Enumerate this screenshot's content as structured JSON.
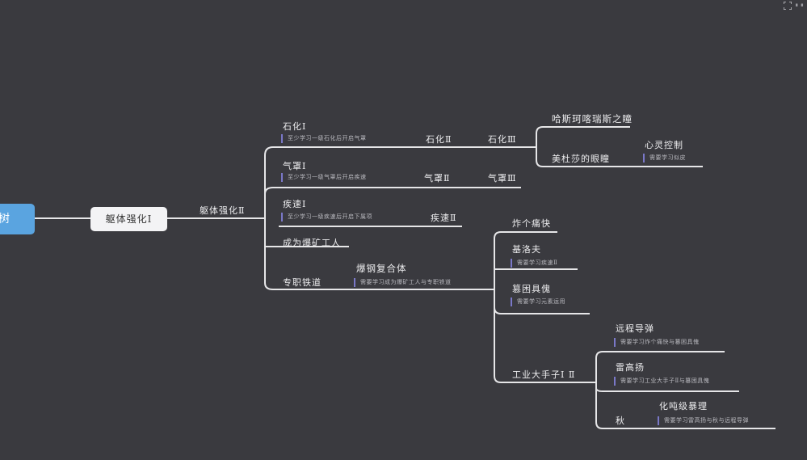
{
  "root": {
    "label": "树"
  },
  "level1": {
    "label": "躯体强化Ⅰ"
  },
  "level2": {
    "label": "躯体强化Ⅱ"
  },
  "branches": {
    "stone1": {
      "label": "石化Ⅰ",
      "note": "至少学习一级石化后开启气罩"
    },
    "stone2": {
      "label": "石化Ⅱ"
    },
    "stone3": {
      "label": "石化Ⅲ"
    },
    "hasmonastery": {
      "label": "哈斯珂喀瑞斯之瞳"
    },
    "medusa_eye": {
      "label": "美杜莎的眼瞳"
    },
    "mind_control": {
      "label": "心灵控制",
      "note": "需要学习似皮"
    },
    "shield1": {
      "label": "气罩Ⅰ",
      "note": "至少学习一级气罩后开启疾速"
    },
    "shield2": {
      "label": "气罩Ⅱ"
    },
    "shield3": {
      "label": "气罩Ⅲ"
    },
    "speed1": {
      "label": "疾速Ⅰ",
      "note": "至少学习一级疾速后开启下属项"
    },
    "speed2": {
      "label": "疾速Ⅱ"
    },
    "blast_worker": {
      "label": "成为爆矿工人"
    },
    "steel_composite": {
      "label": "爆钢复合体",
      "note": "需要学习成为爆矿工人与专职铁道"
    },
    "exclusive_rail": {
      "label": "专职铁道"
    },
    "bomb_lunatic": {
      "label": "炸个痛快"
    },
    "gibbs": {
      "label": "基洛夫"
    },
    "gibbs_note": {
      "note": "需要学习疾速Ⅱ"
    },
    "tool_puppet": {
      "label": "篡困具傀",
      "note": "需要学习元素运用"
    },
    "remote_guide": {
      "label": "远程导弹",
      "note": "需要学习炸个痛快与篡困具傀"
    },
    "leihuo": {
      "label": "雷高扬",
      "note": "需要学习工业大手子Ⅱ与篡困具傀"
    },
    "industry": {
      "label": "工业大手子Ⅰ Ⅱ"
    },
    "chaos_core": {
      "label": "化吨级暴理",
      "note": "需要学习雷高扬与秋与远程导弹"
    },
    "autumn": {
      "label": "秋"
    }
  },
  "corner": {
    "label": "∎ ∎"
  }
}
